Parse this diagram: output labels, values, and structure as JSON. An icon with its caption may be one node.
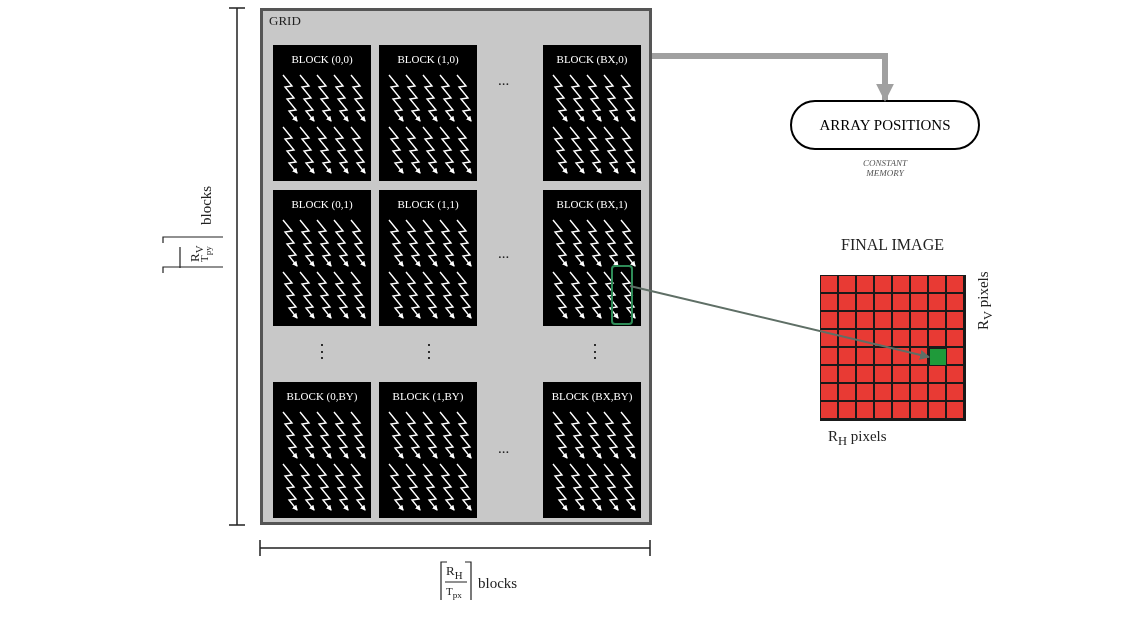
{
  "diagram": {
    "nodes": [
      {
        "text": [
          "GRID"
        ]
      },
      {
        "text": [
          "BLOCK (0,0)"
        ],
        "in": 0
      },
      {
        "text": [
          "BLOCK (1,0)"
        ],
        "in": 0
      },
      {
        "text": [
          "BLOCK (BX,0)"
        ],
        "in": 0
      },
      {
        "text": [
          "BLOCK (0,1)"
        ],
        "in": 0
      },
      {
        "text": [
          "BLOCK (1,1)"
        ],
        "in": 0
      },
      {
        "text": [
          "BLOCK (BX,1)"
        ],
        "in": 0
      },
      {
        "text": [
          "BLOCK (0,BY)"
        ],
        "in": 0
      },
      {
        "text": [
          "BLOCK (1,BY)"
        ],
        "in": 0
      },
      {
        "text": [
          "BLOCK (BX,BY)"
        ],
        "in": 0
      },
      {
        "text": [
          "ARRAY POSITIONS"
        ],
        "beside": [
          "CONSTANT MEMORY"
        ]
      },
      {
        "text": [
          "FINAL IMAGE"
        ]
      },
      {
        "text": [],
        "shape": "box",
        "in": 6
      },
      {
        "text": [],
        "shape": "box",
        "in": 11
      }
    ],
    "edges": [
      {
        "from": 0,
        "to": 10,
        "arrow": "to",
        "style": "thick",
        "color": "#a0a0a0"
      },
      {
        "from": 12,
        "to": 13,
        "arrow": "to",
        "color": "#5f6f66"
      }
    ],
    "labels": [
      "R$_{V}$",
      "T$_{py}$",
      "blocks",
      "...",
      "...",
      "⋮",
      "⋮",
      "⋮",
      "...",
      "R$_{V}$ pixels",
      "R$_{H}$ pixels",
      "R$_{H}$",
      "T$_{px}$",
      "blocks"
    ]
  }
}
